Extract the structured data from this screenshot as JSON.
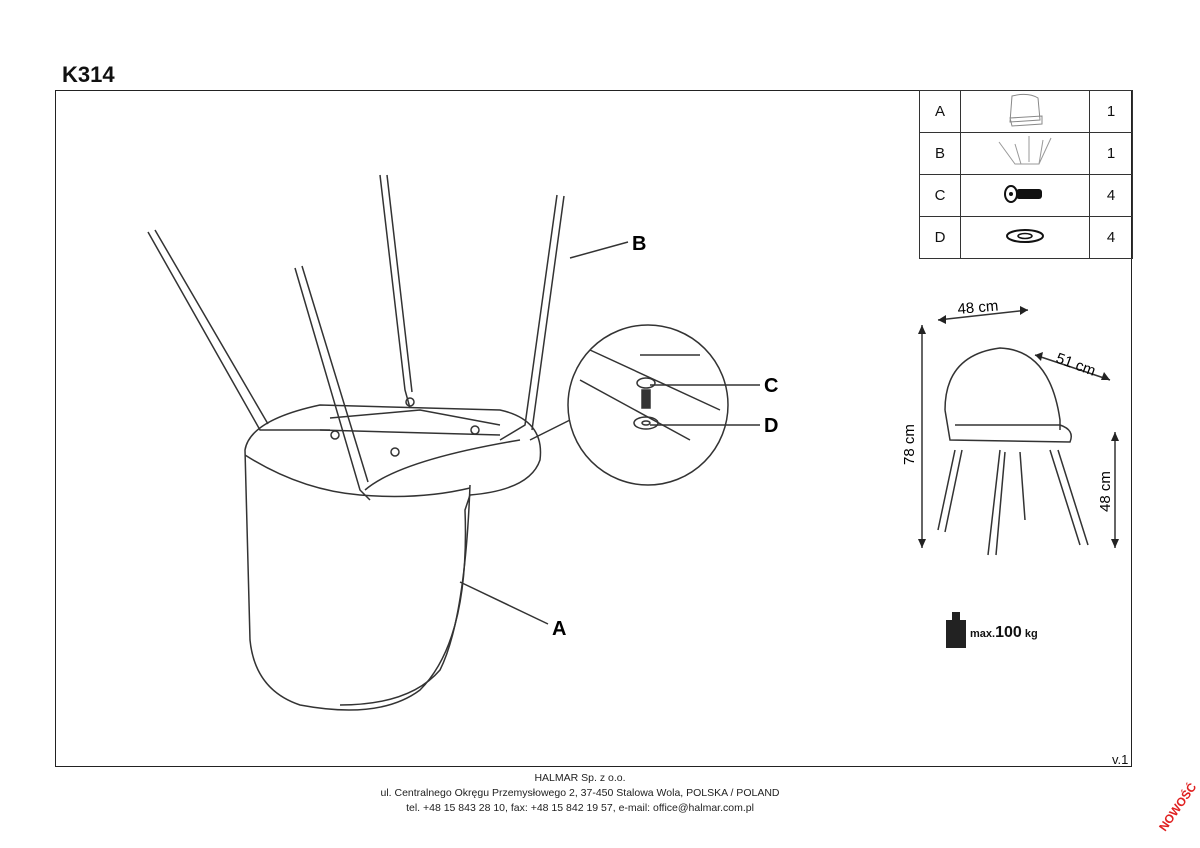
{
  "title": "K314",
  "parts": [
    {
      "letter": "A",
      "icon": "seat-icon",
      "qty": "1"
    },
    {
      "letter": "B",
      "icon": "leg-frame-icon",
      "qty": "1"
    },
    {
      "letter": "C",
      "icon": "bolt-icon",
      "qty": "4"
    },
    {
      "letter": "D",
      "icon": "washer-icon",
      "qty": "4"
    }
  ],
  "callouts": {
    "a": "A",
    "b": "B",
    "c": "C",
    "d": "D"
  },
  "dimensions": {
    "width": "48 cm",
    "depth": "51 cm",
    "height": "78 cm",
    "seat_height": "48 cm"
  },
  "max_load": {
    "prefix": "max.",
    "value": "100",
    "unit": "kg"
  },
  "version": "v.1",
  "footer": {
    "company": "HALMAR Sp. z o.o.",
    "address": "ul. Centralnego Okręgu Przemysłowego 2, 37-450 Stalowa Wola, POLSKA / POLAND",
    "contact": "tel. +48 15 843 28 10, fax: +48 15 842 19 57, e-mail: office@halmar.com.pl"
  },
  "badge": "NOWOŚĆ"
}
